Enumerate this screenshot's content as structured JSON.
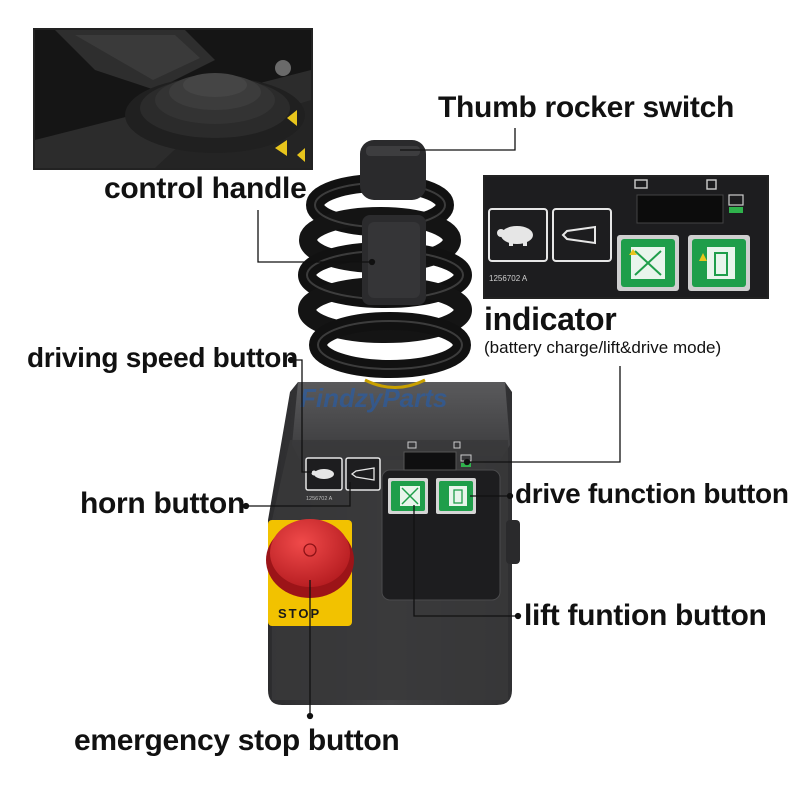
{
  "labels": {
    "thumb_rocker": "Thumb rocker switch",
    "control_handle": "control handle",
    "indicator": "indicator",
    "indicator_sub": "(battery charge/lift&drive mode)",
    "driving_speed": "driving speed button",
    "horn": "horn button",
    "drive_function": "drive function button",
    "lift_function": "lift funtion button",
    "emergency_stop": "emergency stop button"
  },
  "device": {
    "watermark": "FindzyParts",
    "part_number": "1256702 A",
    "stop_text": "STOP"
  },
  "colors": {
    "label_text": "#111111",
    "stop_red": "#d8282c",
    "stop_yellow": "#f2c200",
    "button_green": "#1f9e4a",
    "body_gray": "#3c3c3e",
    "watermark_blue": "#1f5fb8"
  }
}
